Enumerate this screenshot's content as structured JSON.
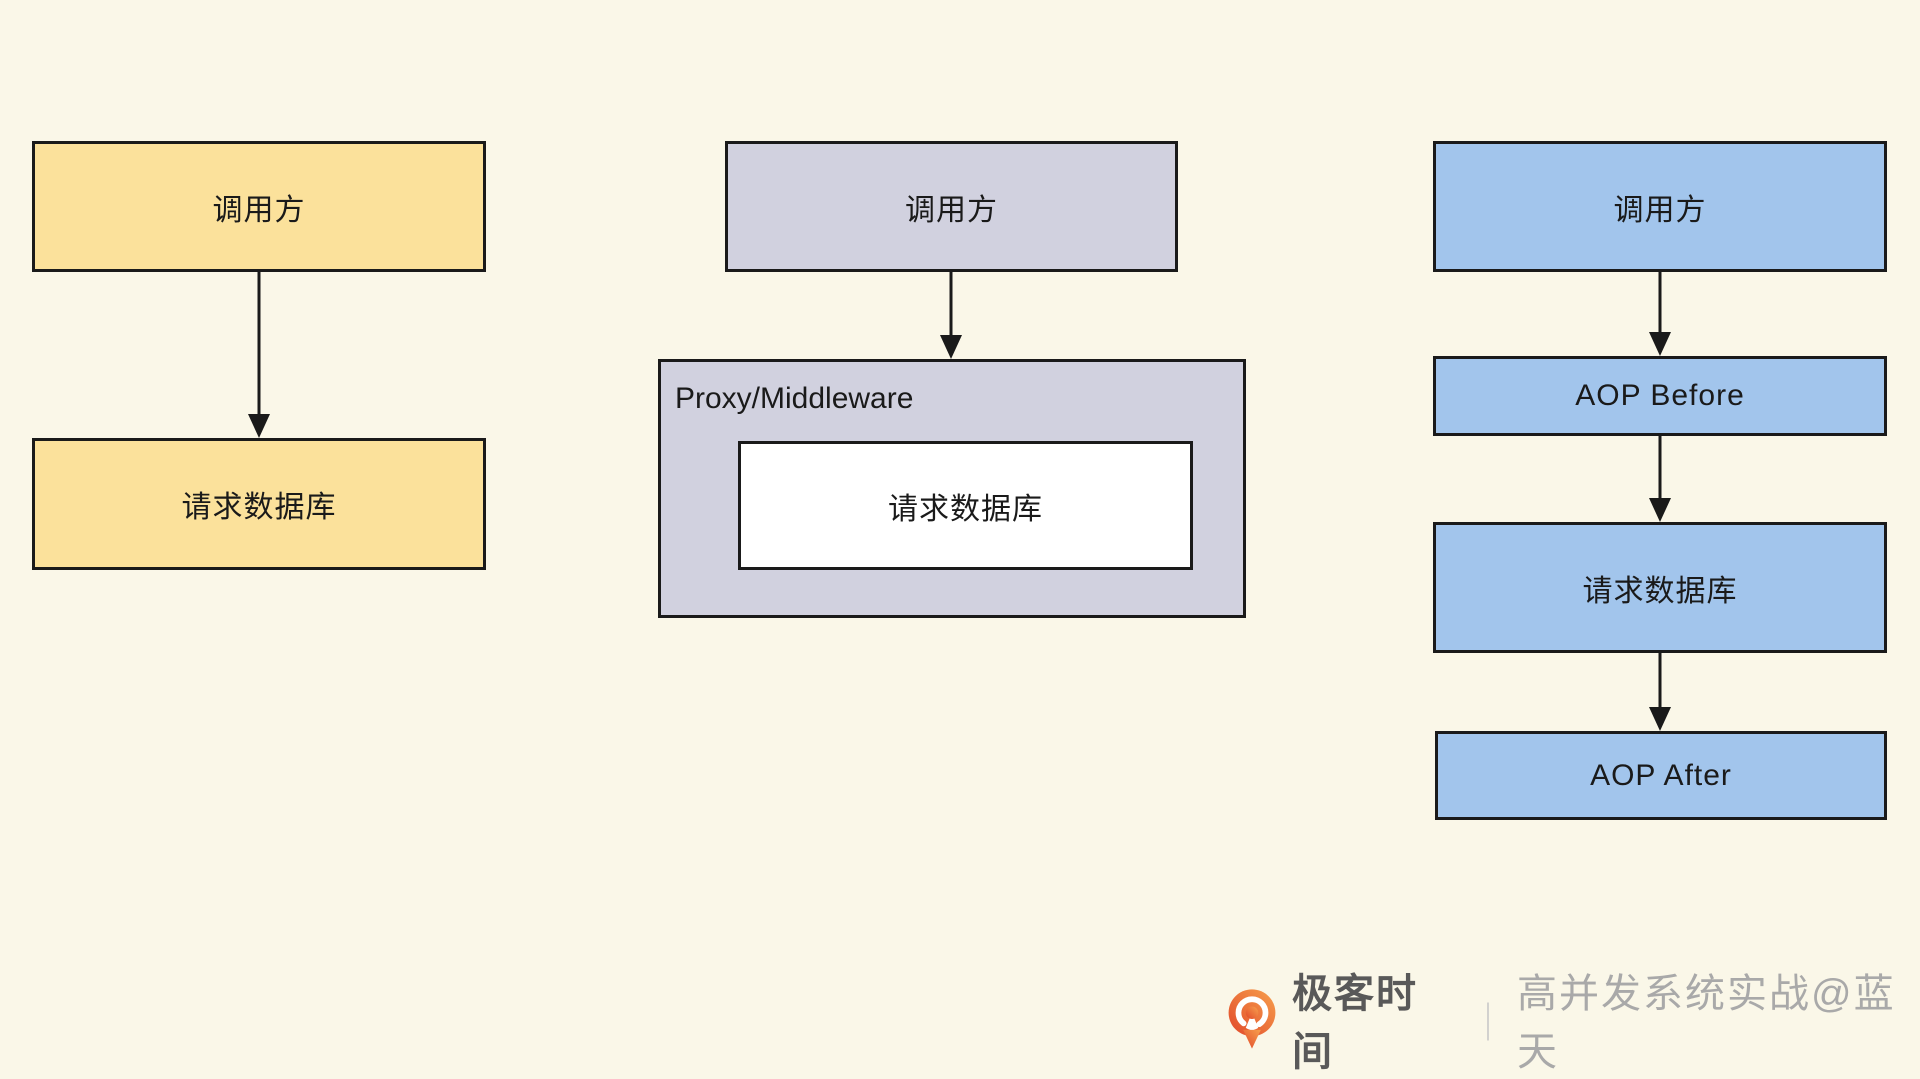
{
  "diagram": {
    "left_flow": {
      "caller": "调用方",
      "request_db": "请求数据库"
    },
    "middle_flow": {
      "caller": "调用方",
      "proxy_label": "Proxy/Middleware",
      "request_db": "请求数据库"
    },
    "right_flow": {
      "caller": "调用方",
      "aop_before": "AOP Before",
      "request_db": "请求数据库",
      "aop_after": "AOP After"
    }
  },
  "footer": {
    "brand": "极客时间",
    "divider": "｜",
    "credit": "高并发系统实战@蓝天"
  },
  "icons": {
    "logo": "geektime-logo-icon"
  },
  "colors": {
    "background": "#FAF7E8",
    "yellow_node": "#FBE19B",
    "lavender_node": "#D1D1DF",
    "blue_node": "#A2C5EC",
    "white_node": "#FFFFFF",
    "node_border": "#1A1A1A",
    "brand_orange_light": "#F7A04D",
    "brand_orange_dark": "#E1482A",
    "brand_text": "#595959",
    "credit_text": "#A9A9A9"
  }
}
